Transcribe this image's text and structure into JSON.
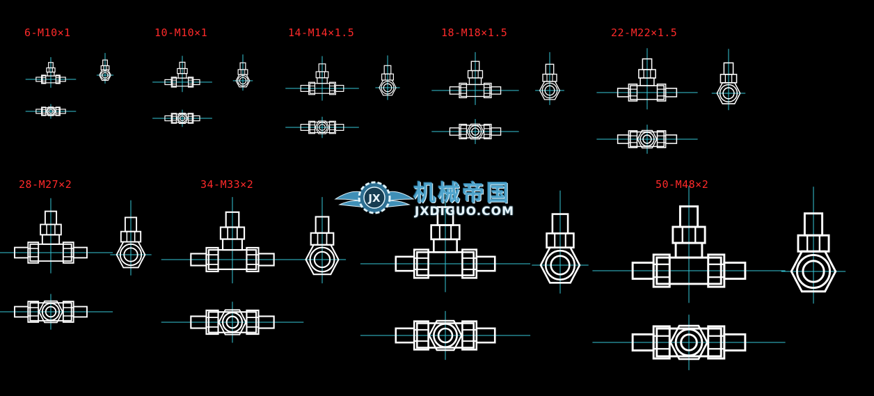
{
  "labels": [
    {
      "id": "6",
      "text": "6-M10×1"
    },
    {
      "id": "10",
      "text": "10-M10×1"
    },
    {
      "id": "14",
      "text": "14-M14×1.5"
    },
    {
      "id": "18",
      "text": "18-M18×1.5"
    },
    {
      "id": "22",
      "text": "22-M22×1.5"
    },
    {
      "id": "28",
      "text": "28-M27×2"
    },
    {
      "id": "34",
      "text": "34-M33×2"
    },
    {
      "id": "50",
      "text": "50-M48×2"
    }
  ],
  "watermark": {
    "cn_text": "机械帝国",
    "en_text": "JXDIGUO.COM",
    "logo_text": "JX"
  },
  "colors": {
    "background": "#000000",
    "outline": "#ffffff",
    "centerline": "#36c8d8",
    "label": "#ff2a2a",
    "watermark": "#4fa4cc"
  }
}
